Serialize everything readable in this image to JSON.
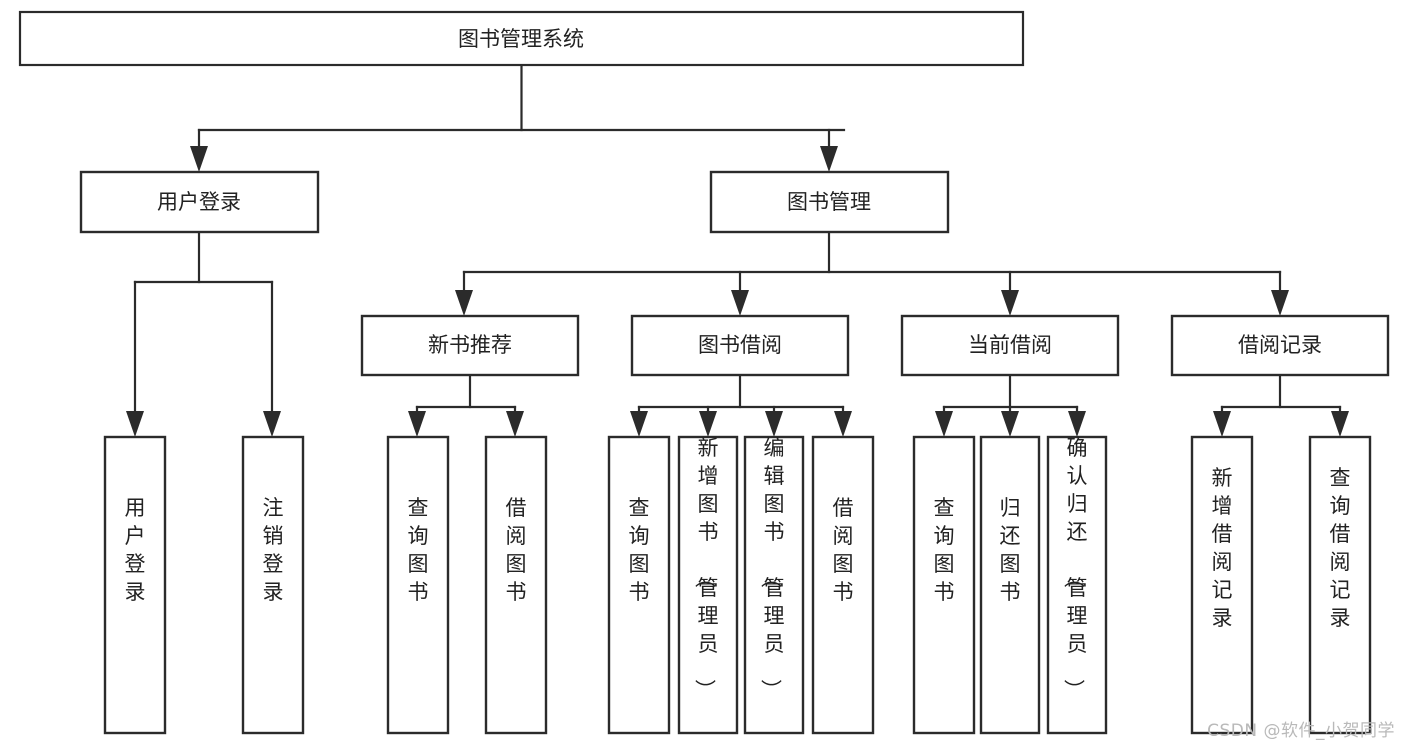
{
  "diagram": {
    "type": "tree-hierarchy",
    "title": "图书管理系统",
    "orientation": "top-down",
    "colors": {
      "box_stroke": "#2b2b2b",
      "box_fill": "#ffffff",
      "text": "#222222",
      "background": "#ffffff",
      "watermark": "#b9b9b9"
    },
    "levels": [
      {
        "level": 1,
        "nodes": [
          {
            "id": "root",
            "label": "图书管理系统",
            "orientation": "horizontal"
          }
        ]
      },
      {
        "level": 2,
        "nodes": [
          {
            "id": "user-login",
            "label": "用户登录",
            "orientation": "horizontal",
            "parent": "root"
          },
          {
            "id": "book-manage",
            "label": "图书管理",
            "orientation": "horizontal",
            "parent": "root"
          }
        ]
      },
      {
        "level": 3,
        "nodes": [
          {
            "id": "new-book-rec",
            "label": "新书推荐",
            "orientation": "horizontal",
            "parent": "book-manage"
          },
          {
            "id": "book-borrow",
            "label": "图书借阅",
            "orientation": "horizontal",
            "parent": "book-manage"
          },
          {
            "id": "current-borrow",
            "label": "当前借阅",
            "orientation": "horizontal",
            "parent": "book-manage"
          },
          {
            "id": "borrow-record",
            "label": "借阅记录",
            "orientation": "horizontal",
            "parent": "book-manage"
          }
        ]
      },
      {
        "level": 4,
        "nodes": [
          {
            "id": "leaf-user-login",
            "label": "用户登录",
            "orientation": "vertical",
            "parent": "user-login"
          },
          {
            "id": "leaf-user-logout",
            "label": "注销登录",
            "orientation": "vertical",
            "parent": "user-login"
          },
          {
            "id": "leaf-rec-query",
            "label": "查询图书",
            "orientation": "vertical",
            "parent": "new-book-rec"
          },
          {
            "id": "leaf-rec-borrow",
            "label": "借阅图书",
            "orientation": "vertical",
            "parent": "new-book-rec"
          },
          {
            "id": "leaf-borrow-query",
            "label": "查询图书",
            "orientation": "vertical",
            "parent": "book-borrow"
          },
          {
            "id": "leaf-borrow-add",
            "label": "新增图书（管理员）",
            "orientation": "vertical",
            "parent": "book-borrow"
          },
          {
            "id": "leaf-borrow-edit",
            "label": "编辑图书（管理员）",
            "orientation": "vertical",
            "parent": "book-borrow"
          },
          {
            "id": "leaf-borrow-lend",
            "label": "借阅图书",
            "orientation": "vertical",
            "parent": "book-borrow"
          },
          {
            "id": "leaf-cur-query",
            "label": "查询图书",
            "orientation": "vertical",
            "parent": "current-borrow"
          },
          {
            "id": "leaf-cur-return",
            "label": "归还图书",
            "orientation": "vertical",
            "parent": "current-borrow"
          },
          {
            "id": "leaf-cur-confirm",
            "label": "确认归还（管理员）",
            "orientation": "vertical",
            "parent": "current-borrow"
          },
          {
            "id": "leaf-rec-add",
            "label": "新增借阅记录",
            "orientation": "vertical",
            "parent": "borrow-record"
          },
          {
            "id": "leaf-rec-search",
            "label": "查询借阅记录",
            "orientation": "vertical",
            "parent": "borrow-record"
          }
        ]
      }
    ]
  },
  "watermark": {
    "text": "CSDN @软件_小贺同学"
  }
}
